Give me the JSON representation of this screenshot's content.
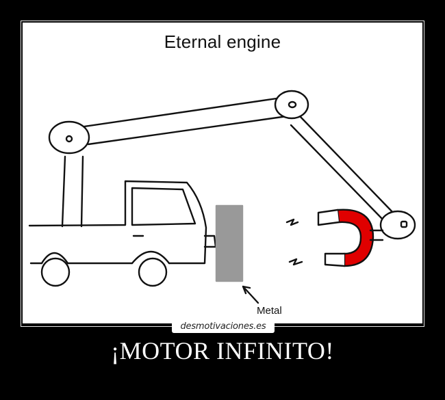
{
  "drawing": {
    "title": "Eternal engine",
    "metal_label": "Metal",
    "colors": {
      "ink": "#111111",
      "metal_block": "#999999",
      "magnet_red": "#e00000",
      "paper": "#ffffff"
    }
  },
  "watermark": "desmotivaciones.es",
  "caption": "¡MOTOR INFINITO!",
  "colors": {
    "background": "#000000",
    "frame_border": "#e8e8e8",
    "caption_text": "#ffffff"
  }
}
